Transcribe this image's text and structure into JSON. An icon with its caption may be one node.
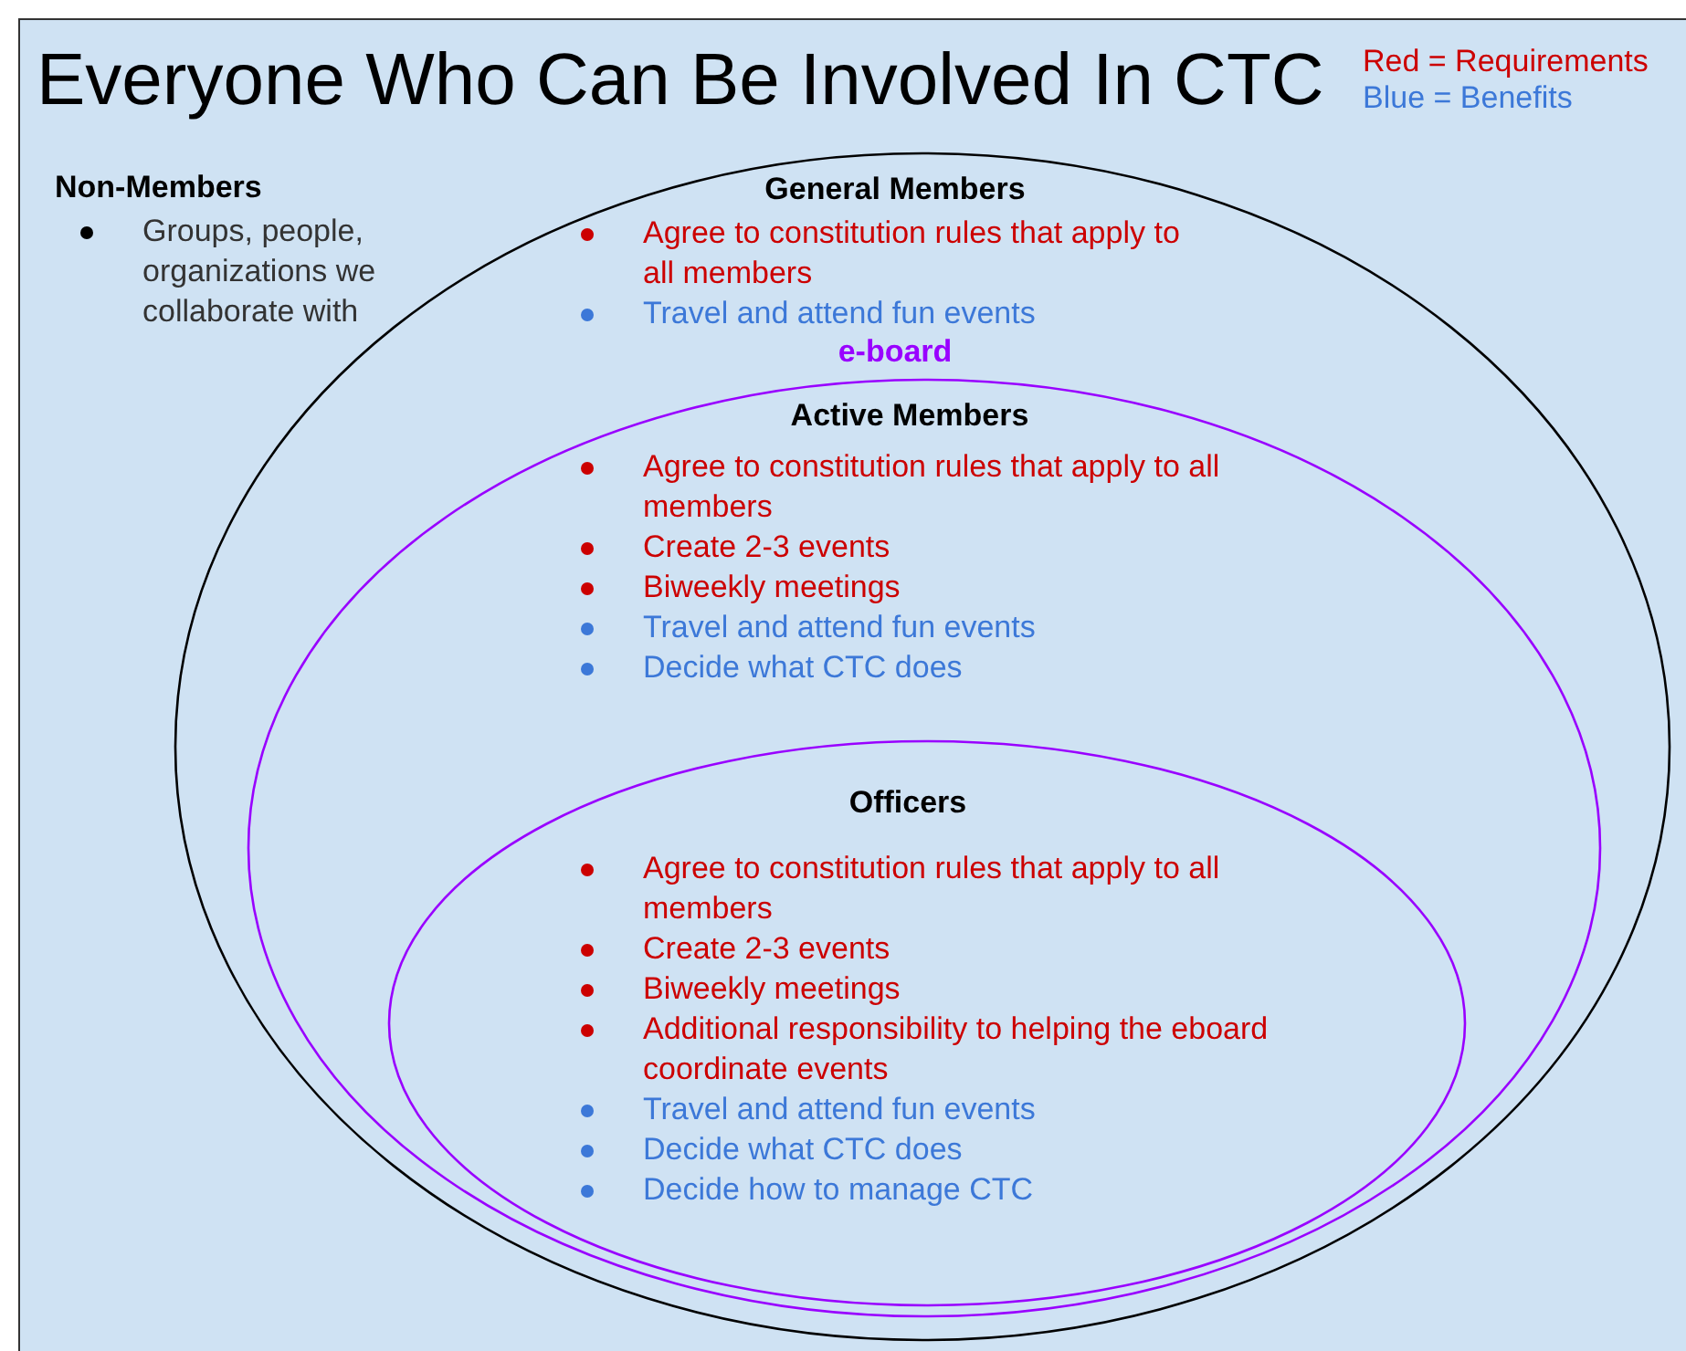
{
  "diagram": {
    "title": "Everyone Who Can Be Involved In CTC",
    "nodes": [
      {
        "text": [
          "General Members",
          "Agree to constitution rules that apply to all members",
          "Travel and attend fun events"
        ]
      },
      {
        "text": [
          "Active Members",
          "Agree to constitution rules that apply to all members",
          "Create 2-3 events",
          "Biweekly meetings",
          "Travel and attend fun events",
          "Decide what CTC does"
        ],
        "in": 0
      },
      {
        "text": [
          "Officers",
          "Agree to constitution rules that apply to all members",
          "Create 2-3 events",
          "Biweekly meetings",
          "Additional responsibility to helping the eboard coordinate events",
          "Travel and attend fun events",
          "Decide what CTC does",
          "Decide how to manage CTC"
        ],
        "in": 1
      }
    ],
    "labels": [
      "e-board",
      "Non-Members",
      "Groups, people, organizations we collaborate with"
    ],
    "legend": [
      {
        "text": "Red = Requirements",
        "color": "#cc0000"
      },
      {
        "text": "Blue = Benefits",
        "color": "#3c78d8"
      }
    ]
  }
}
